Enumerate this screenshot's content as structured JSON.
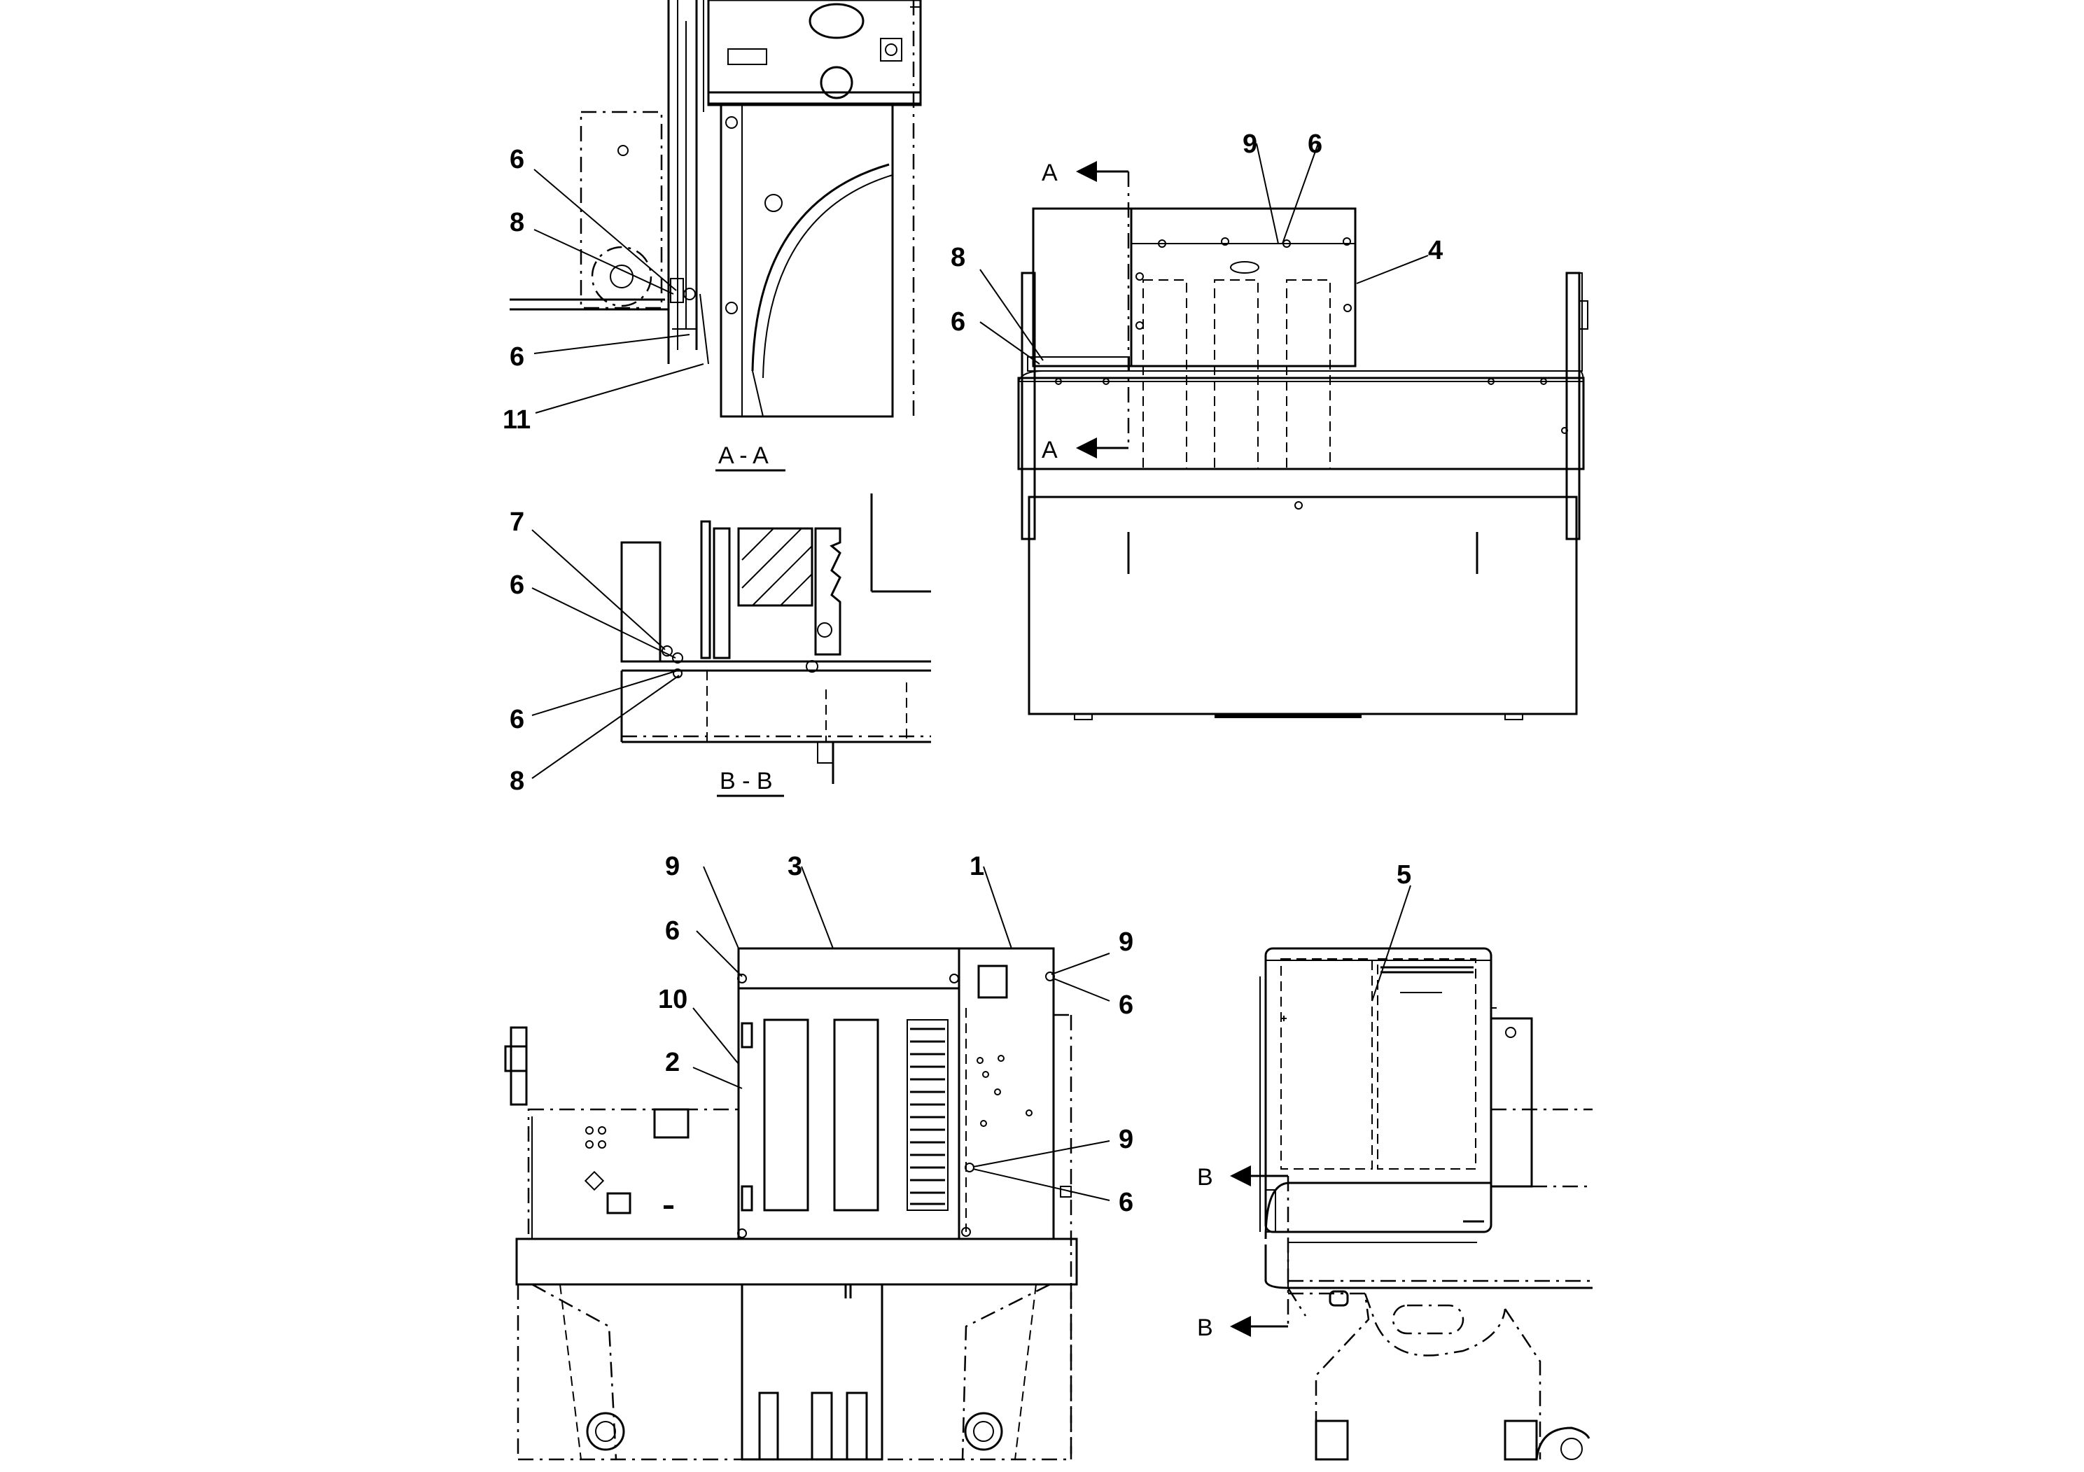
{
  "sections": {
    "aa": "A - A",
    "bb": "B - B"
  },
  "arrows": {
    "a_top": "A",
    "a_bottom": "A",
    "b_top": "B",
    "b_bottom": "B"
  },
  "callouts": {
    "aa_6a": "6",
    "aa_8": "8",
    "aa_6b": "6",
    "aa_11": "11",
    "bb_7": "7",
    "bb_6a": "6",
    "bb_6b": "6",
    "bb_8": "8",
    "top_9": "9",
    "top_6a": "6",
    "top_4": "4",
    "top_8": "8",
    "top_6b": "6",
    "front_9a": "9",
    "front_3": "3",
    "front_1": "1",
    "front_6a": "6",
    "front_9b": "9",
    "front_6b": "6",
    "front_10": "10",
    "front_2": "2",
    "front_9c": "9",
    "front_6c": "6",
    "side_5": "5"
  }
}
